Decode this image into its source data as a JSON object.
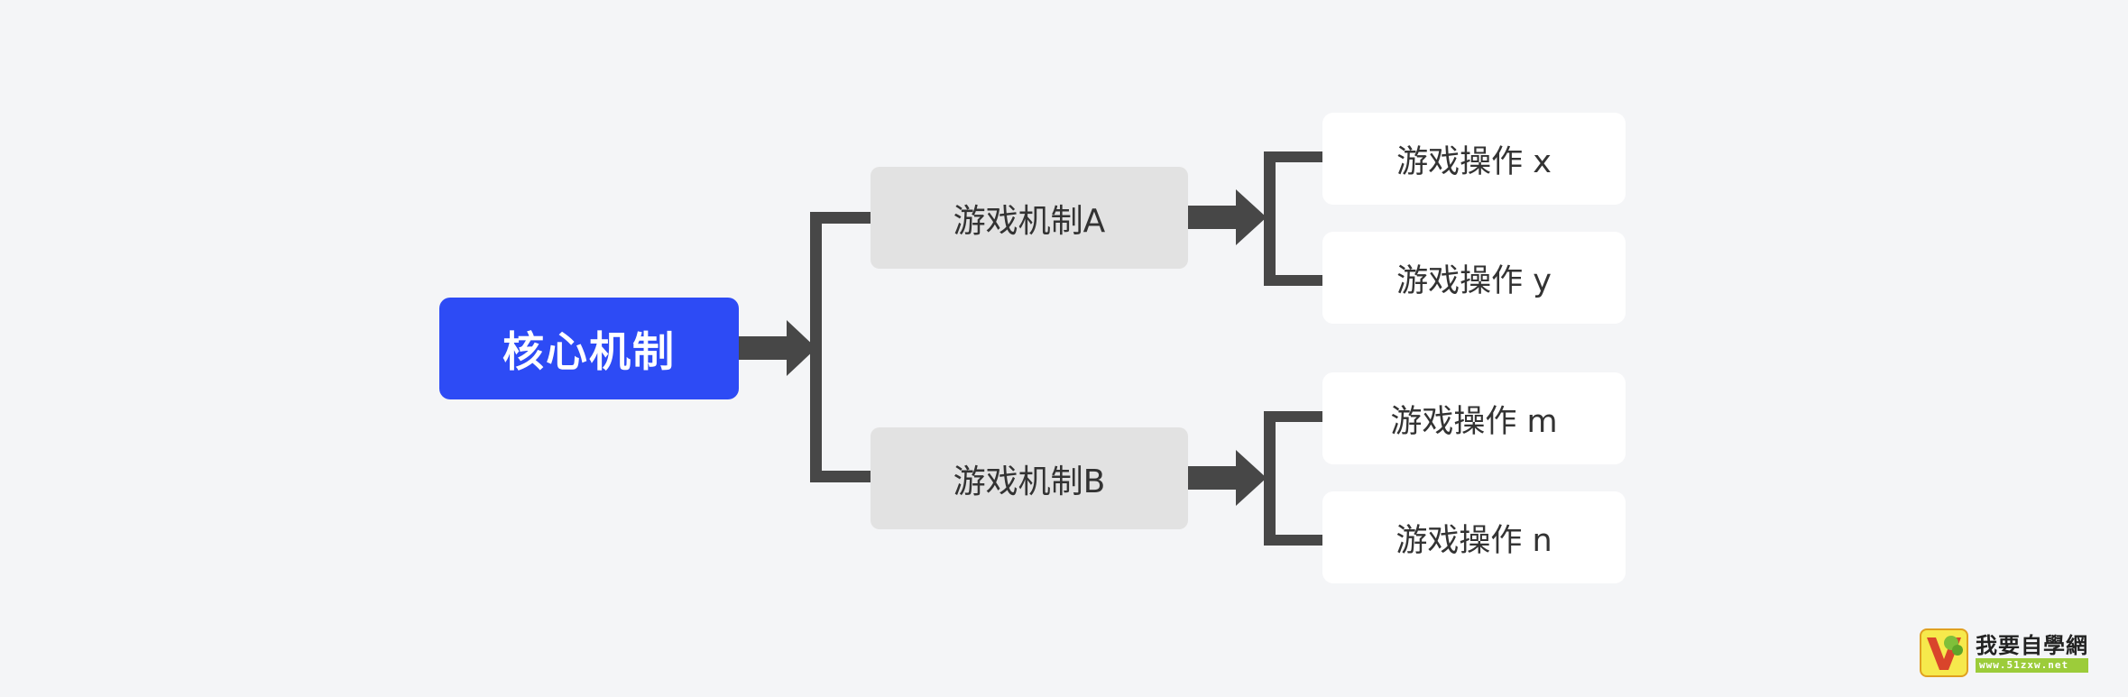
{
  "diagram": {
    "root": {
      "label": "核心机制"
    },
    "mechanisms": [
      {
        "label": "游戏机制A",
        "operations": [
          "游戏操作 x",
          "游戏操作 y"
        ]
      },
      {
        "label": "游戏机制B",
        "operations": [
          "游戏操作 m",
          "游戏操作 n"
        ]
      }
    ]
  },
  "colors": {
    "root_fill": "#2d4bf5",
    "mechanism_fill": "#e2e2e2",
    "operation_fill": "#ffffff",
    "connector": "#474747",
    "background": "#f4f5f7"
  },
  "watermark": {
    "name": "我要自學網",
    "url": "www.51zxw.net"
  }
}
